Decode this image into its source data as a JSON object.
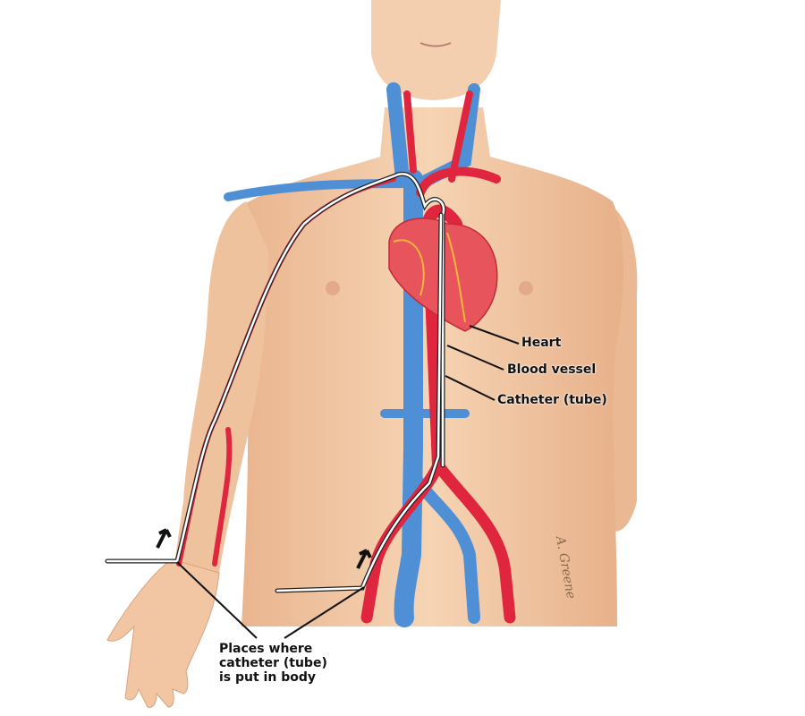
{
  "labels": {
    "heart": "Heart",
    "blood_vessel": "Blood vessel",
    "catheter": "Catheter (tube)",
    "places": [
      "Places where",
      "catheter (tube)",
      "is put in body"
    ]
  },
  "signature": "A. Greene",
  "colors": {
    "skin": "#f2c9a4",
    "artery": "#e0253f",
    "vein": "#4f8fd6",
    "catheter": "#ffffff",
    "heart": "#e8545c"
  }
}
